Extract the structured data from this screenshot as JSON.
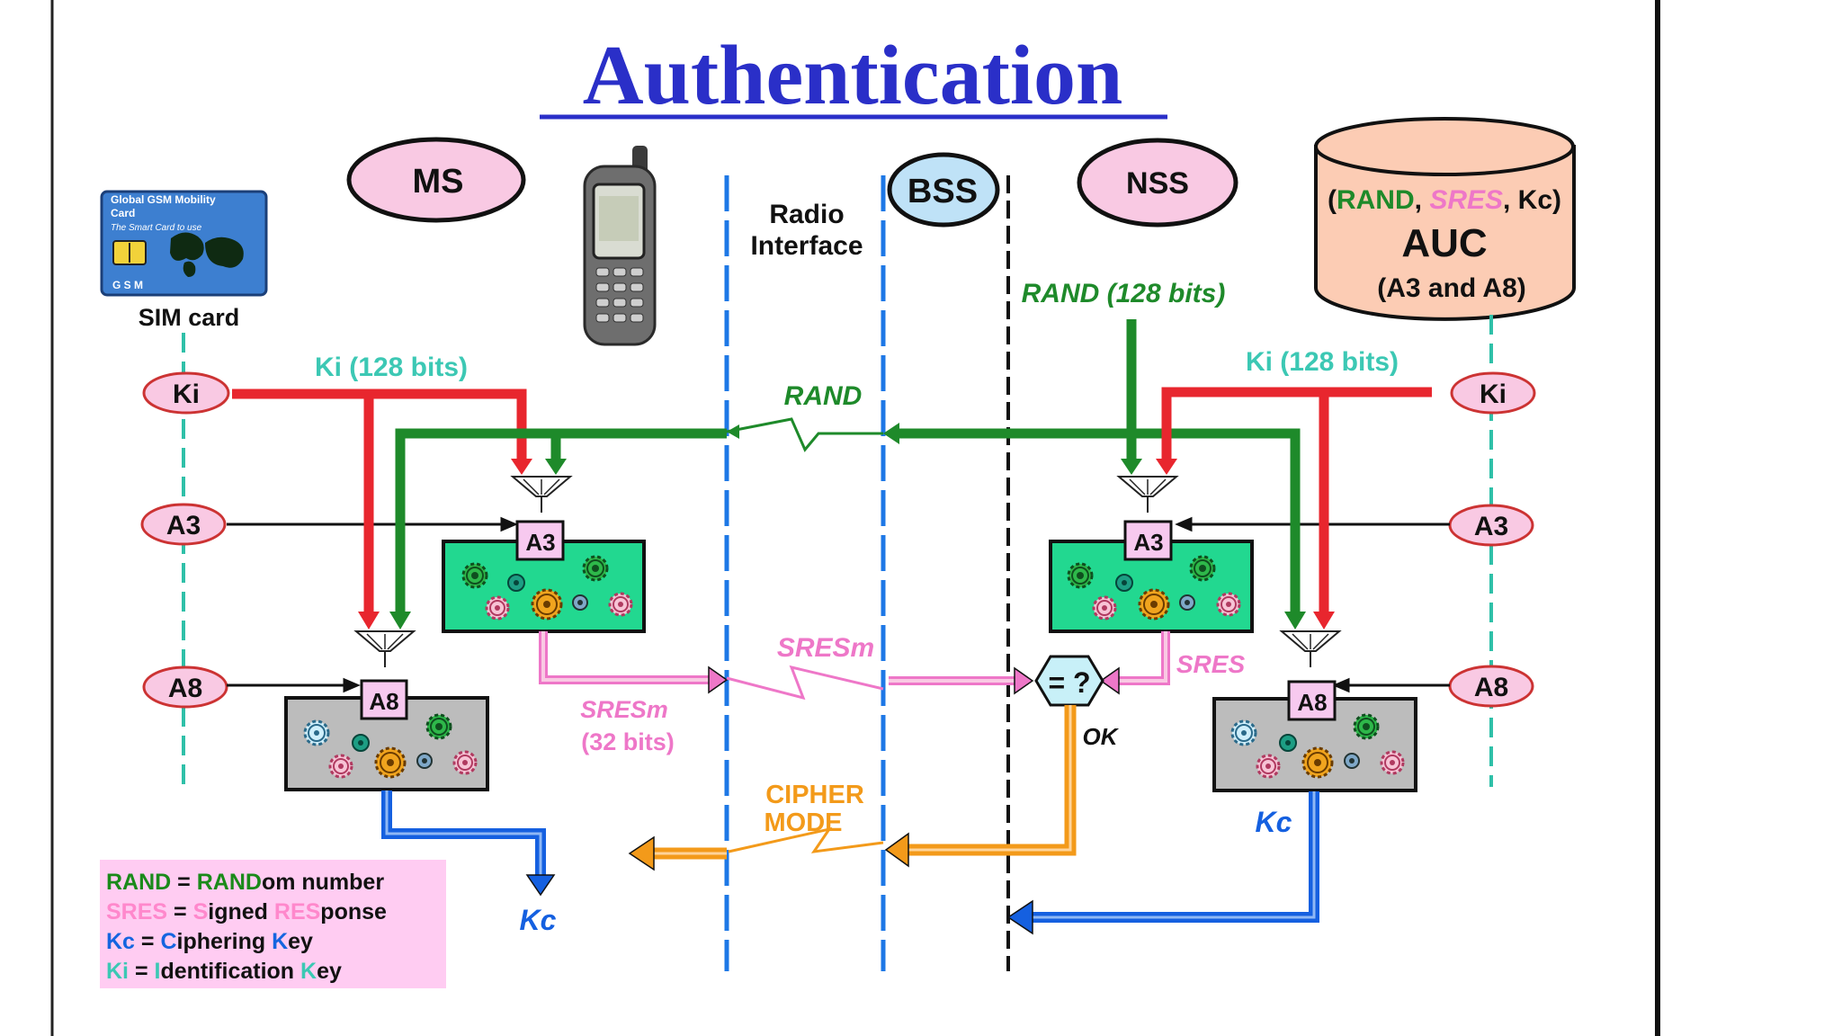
{
  "title": "Authentication",
  "entities": {
    "ms": "MS",
    "bss": "BSS",
    "nss": "NSS",
    "radio_interface_line1": "Radio",
    "radio_interface_line2": "Interface"
  },
  "sim_card": {
    "card_text_line1": "Global GSM Mobility",
    "card_text_line2": "Card",
    "card_text_line3": "The Smart Card to use",
    "card_gsm": "G S M",
    "caption": "SIM card"
  },
  "auc": {
    "tuple_open": "(",
    "tuple_rand": "RAND",
    "tuple_sep1": ", ",
    "tuple_sres": "SRES",
    "tuple_sep2": ", Kc)",
    "name": "AUC",
    "algos": "(A3 and A8)"
  },
  "left": {
    "ki": "Ki",
    "a3": "A3",
    "a8": "A8",
    "ki_label": "Ki (128 bits)",
    "a3_box": "A3",
    "a8_box": "A8",
    "sresm_line1": "SRESm",
    "sresm_line2": "(32 bits)",
    "kc": "Kc"
  },
  "right": {
    "ki": "Ki",
    "a3": "A3",
    "a8": "A8",
    "ki_label": "Ki (128 bits)",
    "rand_label": "RAND (128 bits)",
    "a3_box": "A3",
    "a8_box": "A8",
    "sres": "SRES",
    "compare": "= ?",
    "ok": "OK",
    "kc": "Kc"
  },
  "air": {
    "rand": "RAND",
    "sresm": "SRESm",
    "cipher_line1": "CIPHER",
    "cipher_line2": "MODE"
  },
  "legend": [
    {
      "abbr": "RAND",
      "eq": " = ",
      "hl": "RAND",
      "rest": "om number",
      "color": "#1a8a1a"
    },
    {
      "abbr": "SRES",
      "eq": " = ",
      "hl": "S",
      "rest": "igned ",
      "hl2": "RES",
      "rest2": "ponse",
      "color": "#ff88cc"
    },
    {
      "abbr": "Kc",
      "eq": " = ",
      "hl": "C",
      "rest": "iphering ",
      "hl2": "K",
      "rest2": "ey",
      "color": "#1565e0"
    },
    {
      "abbr": "Ki",
      "eq": " = ",
      "hl": "I",
      "rest": "dentification ",
      "hl2": "K",
      "rest2": "ey",
      "color": "#3cc8b4"
    }
  ],
  "colors": {
    "title": "#2a2fc8",
    "ki_red": "#e8262e",
    "rand_green": "#1e8a2a",
    "sres_pink": "#ee77c8",
    "kc_blue": "#1560e0",
    "cipher_orange": "#f39a1a",
    "teal": "#2fc0a8",
    "radio_blue": "#1e78e6",
    "legend_bg": "#ffccf2",
    "a3_box": "#22d890",
    "a8_box": "#bcbcbc",
    "oval_pink": "#f9c9e3",
    "bss_blue": "#bfe2f7",
    "auc_fill": "#fcccb4",
    "compare_fill": "#c8f0f8"
  }
}
